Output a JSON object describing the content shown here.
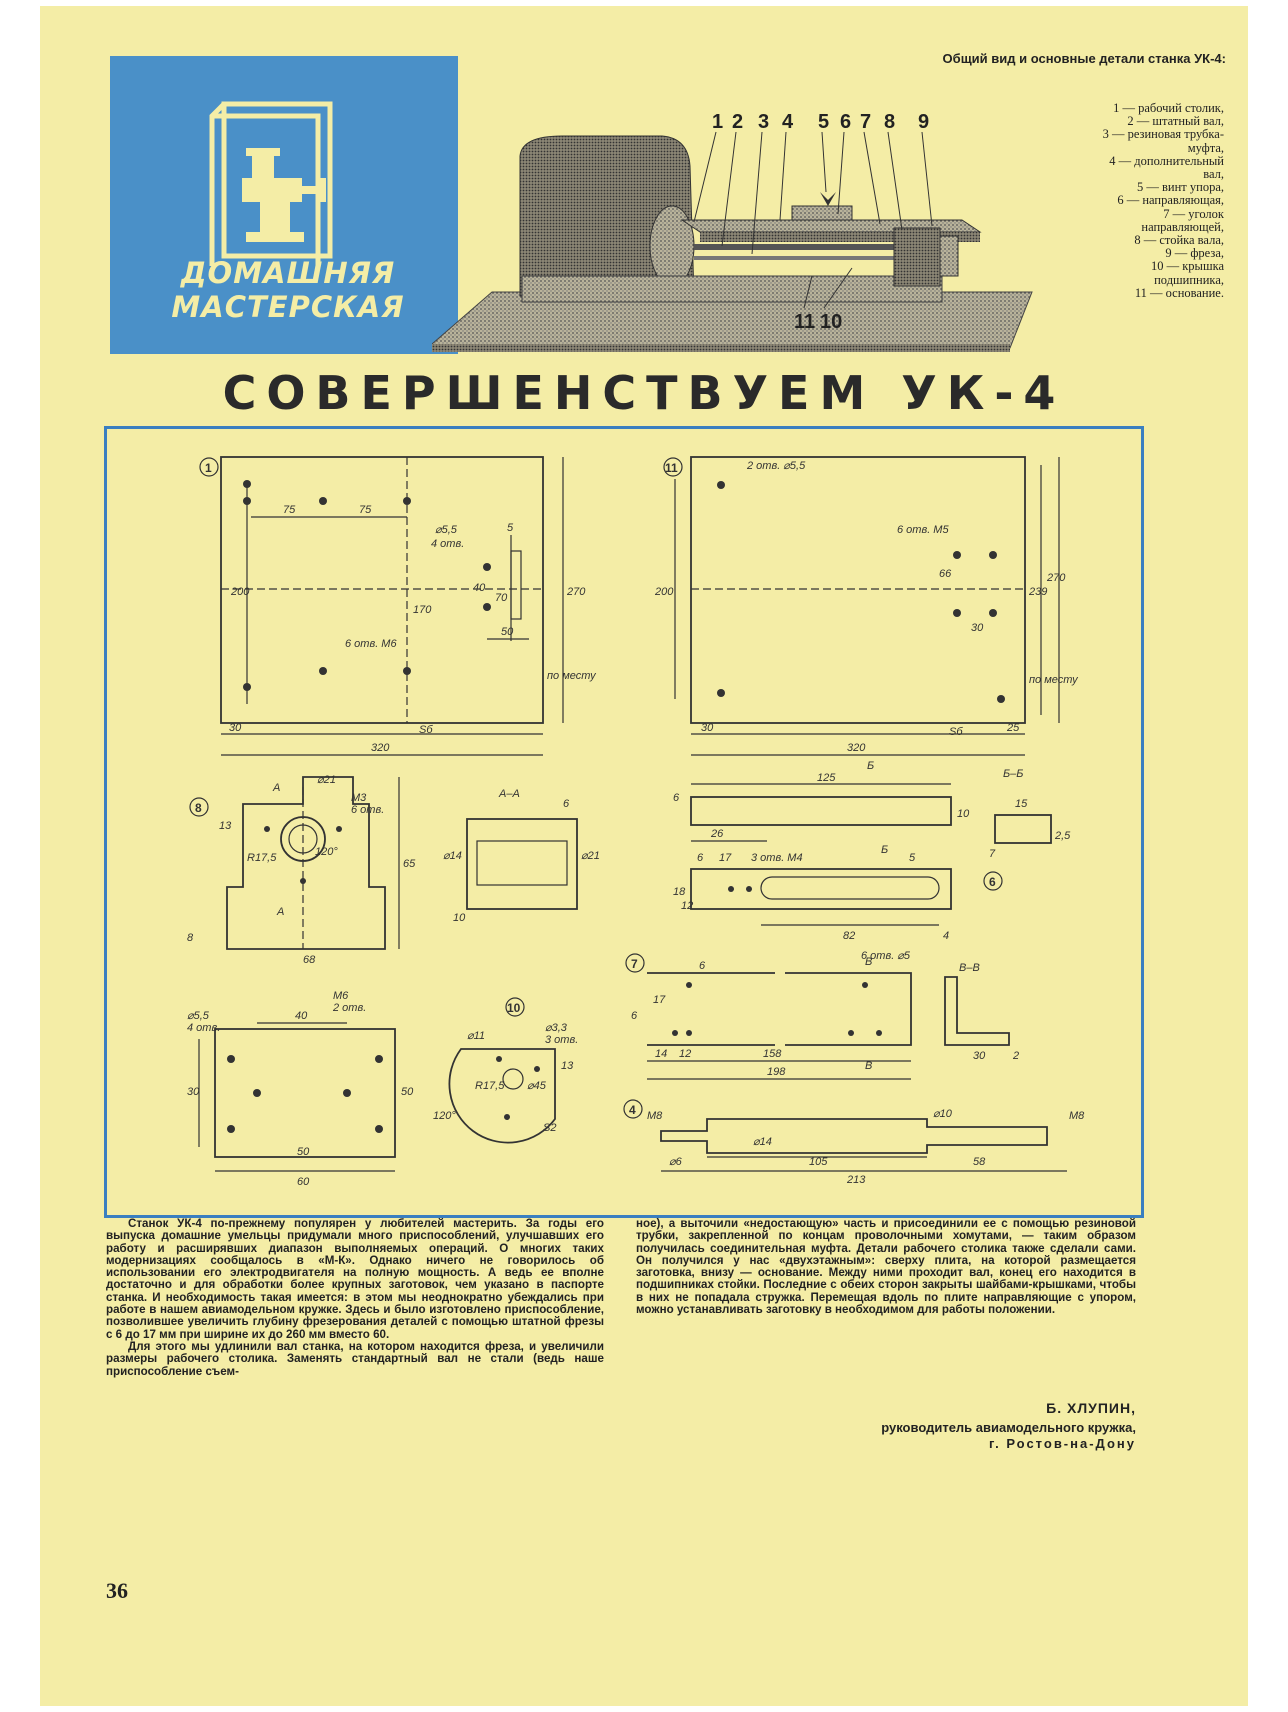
{
  "rubric": {
    "title_line1": "ДОМАШНЯЯ",
    "title_line2": "МАСТЕРСКАЯ"
  },
  "figure_caption": {
    "heading": "Общий вид и основные детали станка УК-4:",
    "items": [
      "1 — рабочий столик,",
      "2 — штатный вал,",
      "3 — резиновая трубка-муфта,",
      "4 — дополнительный вал,",
      "5 — винт упора,",
      "6 — направляющая,",
      "7 — уголок направляющей,",
      "8 — стойка вала,",
      "9 — фреза,",
      "10 — крышка подшипника,",
      "11 — основание."
    ]
  },
  "machine_callouts": [
    "1",
    "2",
    "3",
    "4",
    "5",
    "6",
    "7",
    "8",
    "9",
    "11",
    "10"
  ],
  "title": "СОВЕРШЕНСТВУЕМ УК-4",
  "drawings": {
    "part1": {
      "number": "1",
      "dims": [
        "75",
        "75",
        "⌀5,5",
        "4 отв.",
        "5",
        "200",
        "170",
        "40",
        "70",
        "270",
        "50",
        "6 отв. М6",
        "по месту",
        "30",
        "320",
        "Sб"
      ]
    },
    "part11": {
      "number": "11",
      "dims": [
        "2 отв. ⌀5,5",
        "6 отв. М5",
        "200",
        "66",
        "30",
        "239",
        "270",
        "по месту",
        "30",
        "320",
        "Sб",
        "25"
      ]
    },
    "part8": {
      "number": "8",
      "dims": [
        "А",
        "⌀21",
        "М3",
        "6 отв.",
        "13",
        "R17,5",
        "120°",
        "65",
        "А",
        "8",
        "68"
      ]
    },
    "sectionAA": {
      "label": "А–А",
      "dims": [
        "6",
        "⌀14",
        "⌀21",
        "10"
      ]
    },
    "part6": {
      "number": "6",
      "dims": [
        "Б",
        "125",
        "6",
        "26",
        "10",
        "Б",
        "6",
        "17",
        "3 отв. М4",
        "5",
        "18",
        "12",
        "82",
        "4",
        "Б–Б",
        "15",
        "7",
        "2,5"
      ]
    },
    "part7": {
      "number": "7",
      "dims": [
        "6",
        "6 отв. ⌀5",
        "17",
        "6",
        "14",
        "12",
        "158",
        "В",
        "198",
        "В",
        "В–В",
        "30",
        "2"
      ]
    },
    "part4": {
      "number": "4",
      "dims": [
        "М8",
        "⌀14",
        "⌀10",
        "М8",
        "⌀6",
        "105",
        "58",
        "213"
      ]
    },
    "part_bearing": {
      "dims": [
        "⌀5,5",
        "4 отв.",
        "М6",
        "2 отв.",
        "40",
        "30",
        "50",
        "50",
        "60"
      ]
    },
    "part10": {
      "number": "10",
      "dims": [
        "⌀11",
        "⌀3,3",
        "3 отв.",
        "R17,5",
        "⌀45",
        "13",
        "120°",
        "S2"
      ]
    }
  },
  "article": {
    "left": [
      "Станок УК-4 по-прежнему популярен у любителей мастерить. За годы его выпуска домашние умельцы придумали много приспособлений, улучшавших его работу и расширявших диапазон выполняемых операций. О многих таких модернизациях сообщалось в «М-К». Однако ничего не говорилось об использовании его электродвигателя на полную мощность. А ведь ее вполне достаточно и для обработки более крупных заготовок, чем указано в паспорте станка. И необходимость такая имеется: в этом мы неоднократно убеждались при работе в нашем авиамодельном кружке. Здесь и было изготовлено приспособление, позволившее увеличить глубину фрезерования деталей с помощью штатной фрезы с 6 до 17 мм при ширине их до 260 мм вместо 60.",
      "Для этого мы удлинили вал станка, на котором находится фреза, и увеличили размеры рабочего столика. Заменять стандартный вал не стали (ведь наше приспособление съем-"
    ],
    "right": [
      "ное), а выточили «недостающую» часть и присоединили ее с помощью резиновой трубки, закрепленной по концам проволочными хомутами, — таким образом получилась соединительная муфта. Детали рабочего столика также сделали сами. Он получился у нас «двухэтажным»: сверху плита, на которой размещается заготовка, внизу — основание. Между ними проходит вал, конец его находится в подшипниках стойки. Последние с обеих сторон закрыты шайбами-крышками, чтобы в них не попадала стружка. Перемещая вдоль по плите направляющие с упором, можно устанавливать заготовку в необходимом для работы положении."
    ]
  },
  "signature": {
    "name": "Б. ХЛУПИН,",
    "role": "руководитель авиамодельного кружка,",
    "city": "г. Ростов-на-Дону"
  },
  "page_number": "36",
  "colors": {
    "paper": "#f4eda6",
    "rubric_blue": "#4a90c8",
    "frame_blue": "#3a7fc0",
    "ink": "#2a2a2a"
  }
}
